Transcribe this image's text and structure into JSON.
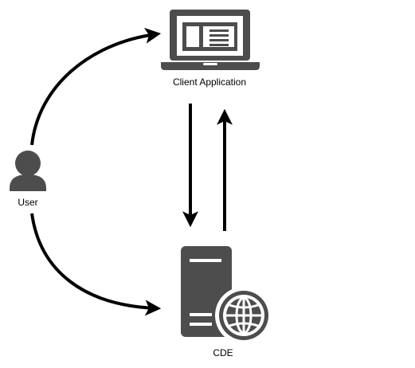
{
  "nodes": {
    "client": {
      "label": "Client Application",
      "icon": "laptop-icon"
    },
    "user": {
      "label": "User",
      "icon": "user-icon"
    },
    "cde": {
      "label": "CDE",
      "icon": "server-globe-icon"
    }
  },
  "edges": [
    {
      "from": "user",
      "to": "client"
    },
    {
      "from": "user",
      "to": "cde"
    },
    {
      "from": "client",
      "to": "cde"
    },
    {
      "from": "cde",
      "to": "client"
    }
  ],
  "colors": {
    "icon_fill": "#4d4d4d",
    "arrow": "#000000",
    "background": "#ffffff"
  }
}
